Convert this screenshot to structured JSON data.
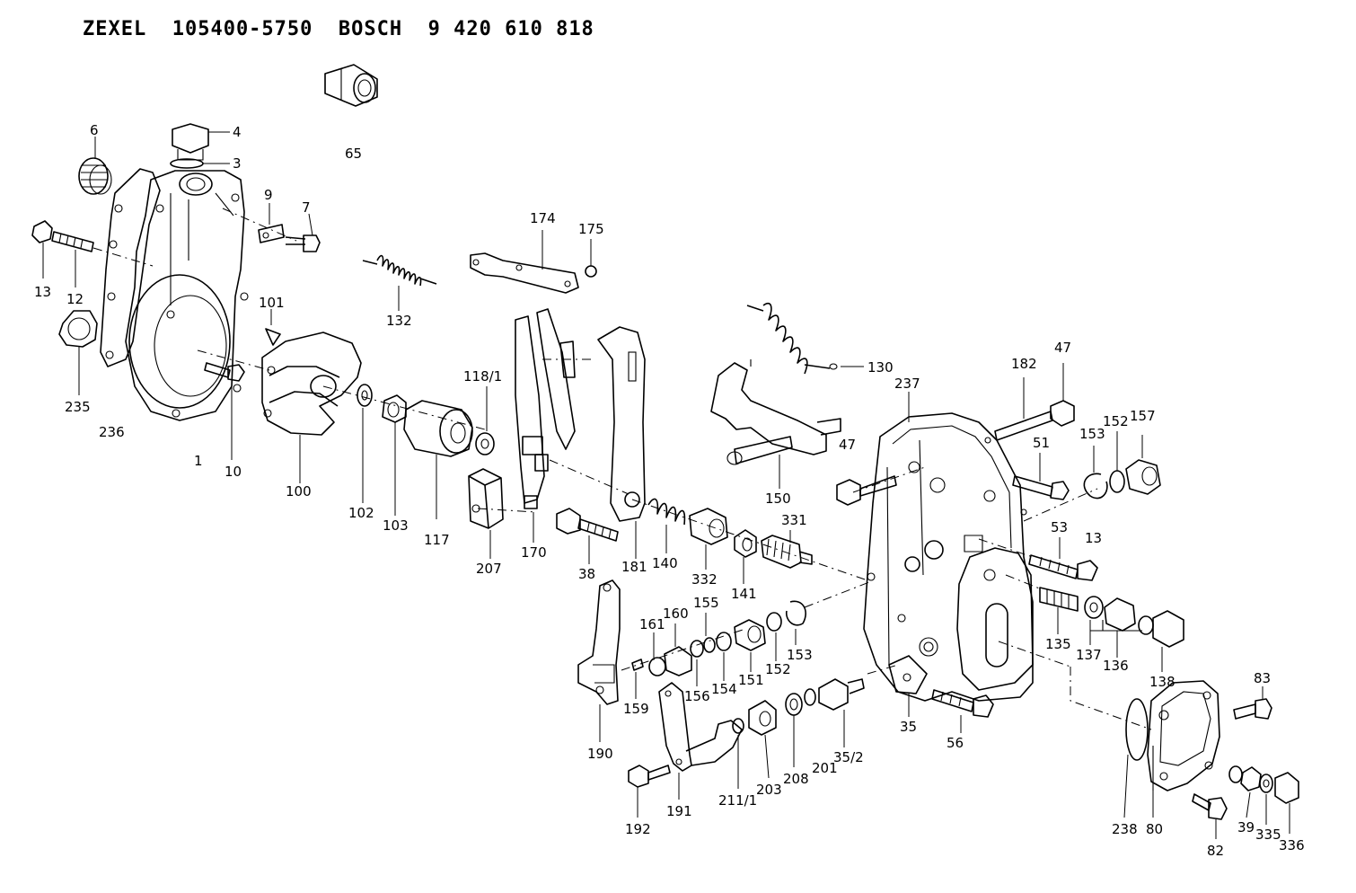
{
  "header": {
    "title": "ZEXEL  105400-5750  BOSCH  9 420 610 818"
  },
  "labels": {
    "l4": "4",
    "l3": "3",
    "l6": "6",
    "l9": "9",
    "l7": "7",
    "l13a": "13",
    "l12": "12",
    "l235": "235",
    "l236": "236",
    "l1": "1",
    "l10": "10",
    "l101": "101",
    "l100": "100",
    "l102": "102",
    "l103": "103",
    "l117": "117",
    "l65": "65",
    "l132": "132",
    "l174": "174",
    "l175": "175",
    "l118_1": "118/1",
    "l170": "170",
    "l207": "207",
    "l38": "38",
    "l181": "181",
    "l140": "140",
    "l332": "332",
    "l141": "141",
    "l331": "331",
    "l130": "130",
    "l47a": "47",
    "l150": "150",
    "l237": "237",
    "l182": "182",
    "l47b": "47",
    "l51": "51",
    "l153a": "153",
    "l152a": "152",
    "l157": "157",
    "l53": "53",
    "l13b": "13",
    "l135": "135",
    "l137": "137",
    "l136": "136",
    "l138": "138",
    "l161": "161",
    "l160": "160",
    "l155": "155",
    "l151": "151",
    "l152b": "152",
    "l153b": "153",
    "l154": "154",
    "l156": "156",
    "l159": "159",
    "l190": "190",
    "l35": "35",
    "l56": "56",
    "l83": "83",
    "l192": "192",
    "l191": "191",
    "l211_1": "211/1",
    "l203": "203",
    "l208": "208",
    "l201": "201",
    "l35_2": "35/2",
    "l238": "238",
    "l80": "80",
    "l82": "82",
    "l39": "39",
    "l335": "335",
    "l336": "336"
  }
}
